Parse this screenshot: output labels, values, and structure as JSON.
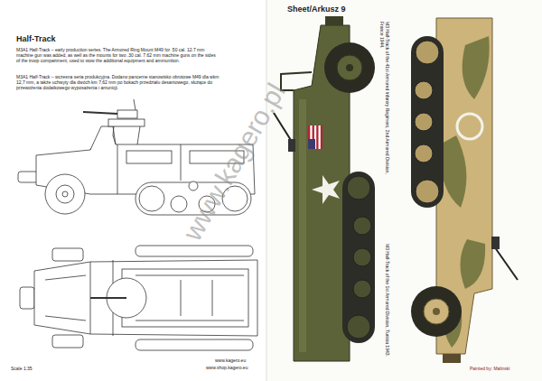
{
  "diagram": {
    "title": "Sheet/Arkusz 9",
    "labels": [
      "Half-Track",
      "M3A1 Half-Track – early production series. The Armored Ring Mount M49 for .50 cal. 12.7 mm machine gun was added, as well as the mounts for two .30 cal. 7.62 mm machine guns on the sides of the troop compartment, used to stow the additional equipment and ammunition.",
      "M3A1 Half-Track – wczesna seria produkcyjna. Dodano pancerne stanowisko obrotowe M49 dla wkm 12,7 mm, a także uchwyty dla dwóch km 7,62 mm po bokach przedziału desantowego, służące do przewożenia dodatkowego wyposażenia i amunicji.",
      "Scale 1:35",
      "www.kagero.eu",
      "www.shop.kagero.eu",
      "M3 Half-Track of the 41st Armored Infantry Regiment, 2nd Armored Division, France 1944.",
      "M3 Half-Track of the 1st Armored Division, Tunisia 1943.",
      "Painted by: Malinski",
      "www.kagero.pl"
    ]
  }
}
